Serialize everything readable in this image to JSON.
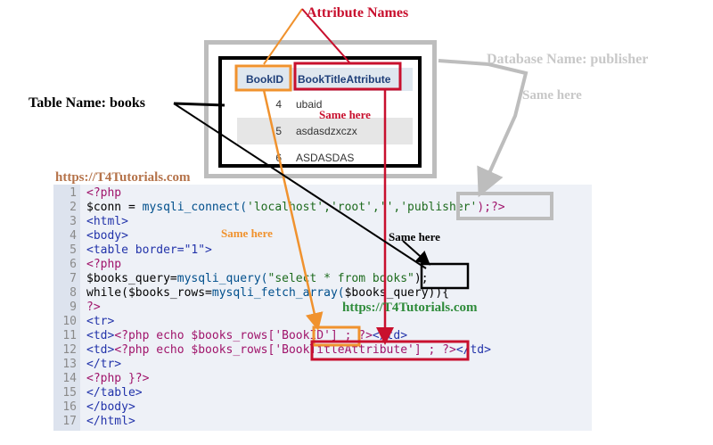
{
  "labels": {
    "attribute_names": "Attribute Names",
    "database_name": "Database Name: publisher",
    "same_here": "Same here",
    "table_name": "Table Name: books",
    "site_url": "https://T4Tutorials.com"
  },
  "table": {
    "headers": [
      "BookID",
      "BookTitleAttribute"
    ],
    "rows": [
      {
        "id": "4",
        "title": "ubaid"
      },
      {
        "id": "5",
        "title": "asdasdzxczx"
      },
      {
        "id": "6",
        "title": "ASDASDAS"
      }
    ]
  },
  "code": {
    "line_numbers": [
      "1",
      "2",
      "3",
      "4",
      "5",
      "6",
      "7",
      "8",
      "9",
      "10",
      "11",
      "12",
      "13",
      "14",
      "15",
      "16",
      "17"
    ],
    "l1": "<?php",
    "l2a": "$conn = ",
    "l2b": "mysqli_connect(",
    "l2c": "'localhost','root','','publisher'",
    "l2d": ");?>",
    "l3": "<html>",
    "l4": "<body>",
    "l5": "<table border=\"1\">",
    "l6": "<?php",
    "l7a": "$books_query=",
    "l7b": "mysqli_query(",
    "l7c": "\"select * from books\"",
    "l7d": ");",
    "l8a": "while($books_rows=",
    "l8b": "mysqli_fetch_array(",
    "l8c": "$books_query)){",
    "l9": "?>",
    "l10": "<tr>",
    "l11a": "<td>",
    "l11b": "<?php echo $books_rows['BookID'] ; ?>",
    "l11c": "</td>",
    "l12a": "<td>",
    "l12b": "<?php echo $books_rows['BookTitleAttribute'] ; ?>",
    "l12c": "</td>",
    "l13": "</tr>",
    "l14": "<?php }?>",
    "l15": "</table>",
    "l16": "</body>",
    "l17": "</html>"
  },
  "colors": {
    "red": "#c8102e",
    "orange": "#f0922e",
    "grey": "#bdbdbd",
    "green": "#2e8b3a",
    "brown_url": "#b5734a"
  }
}
